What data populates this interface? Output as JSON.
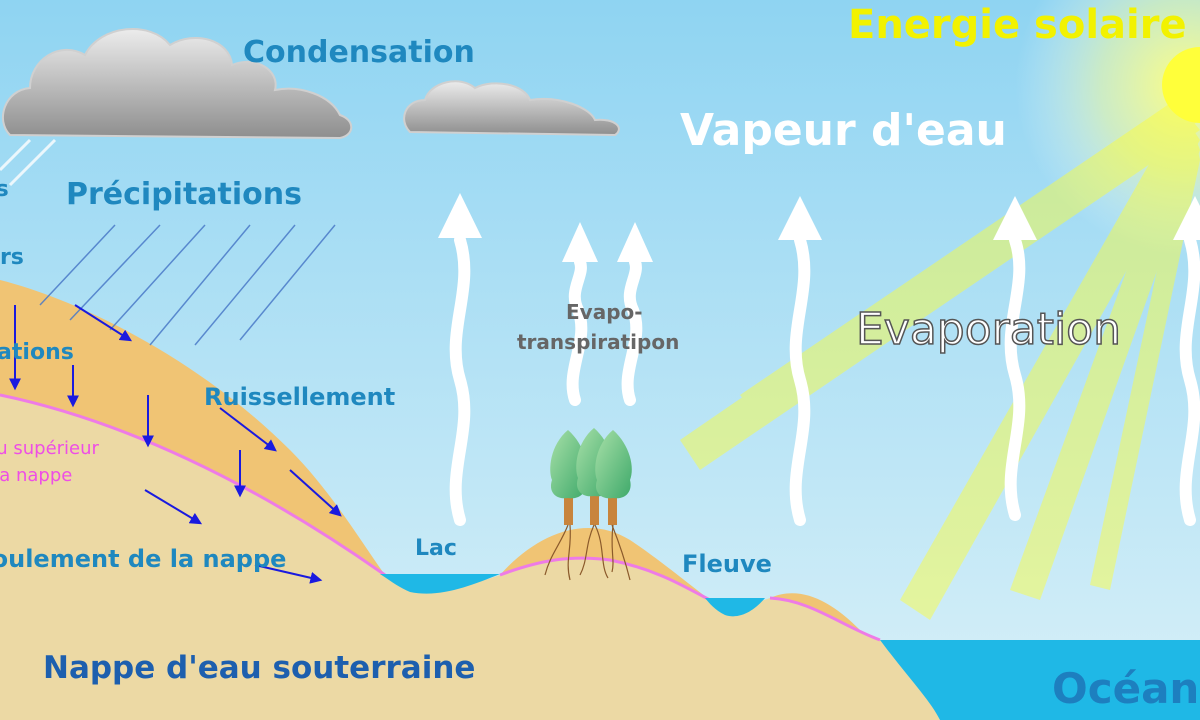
{
  "labels": {
    "condensation": "Condensation",
    "precipitations": "Précipitations",
    "ruissellement": "Ruissellement",
    "vapeur": "Vapeur d'eau",
    "evapo_1": "Evapo-",
    "evapo_2": "transpiratipon",
    "evaporation": "Evaporation",
    "energie": "Energie solaire",
    "lac": "Lac",
    "fleuve": "Fleuve",
    "ocean": "Océan",
    "nappe_souterraine": "Nappe d'eau souterraine",
    "ecoulement_nappe": "Écoulement de la nappe",
    "niveau_sup_1": "Niveau supérieur",
    "niveau_sup_2": "de la nappe",
    "infiltrations": "Infiltrations",
    "glaciers": "Glaciers",
    "nuages": "Nuages"
  },
  "colors": {
    "sky_top": "#8fd4f2",
    "sky_bottom": "#d8f0f8",
    "label_blue": "#1f88bf",
    "label_dark_blue": "#1d5fae",
    "water": "#1fb8e6",
    "soil": "#f0c474",
    "ground": "#ecd9a4",
    "water_table": "#ee7be6",
    "sun": "#ffff3a",
    "sun_text": "#f2f200",
    "arrow_blue": "#1a1adf",
    "evapo_text": "#666666"
  },
  "icons": [
    "cloud-icon",
    "sun-icon",
    "tree-icon",
    "vapor-arrow-icon",
    "flow-arrow-icon"
  ]
}
